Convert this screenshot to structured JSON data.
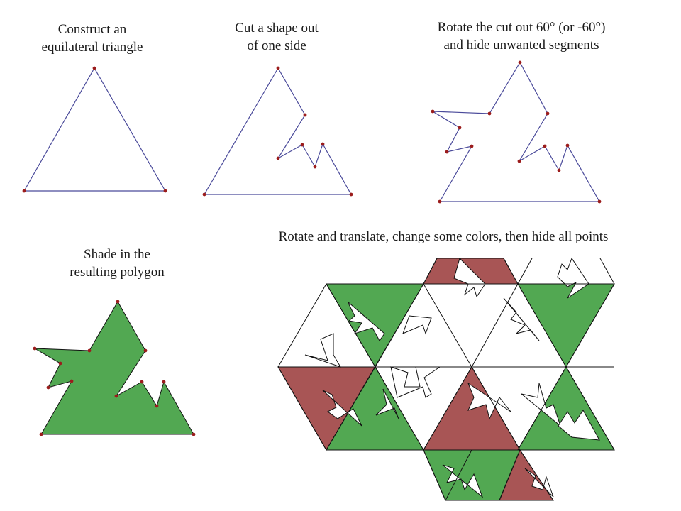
{
  "captions": {
    "step1": [
      "Construct an",
      "equilateral triangle"
    ],
    "step2": [
      "Cut a shape out",
      "of one side"
    ],
    "step3": [
      "Rotate the cut out 60° (or -60°)",
      "and hide unwanted segments"
    ],
    "step4": [
      "Shade in the",
      "resulting polygon"
    ],
    "step5": [
      "Rotate and translate, change some colors, then hide all points"
    ]
  },
  "colors": {
    "outline": "#4a4a9a",
    "point": "#9b1c1c",
    "green": "#52a852",
    "red": "#a85555",
    "tile_stroke": "#111111"
  }
}
